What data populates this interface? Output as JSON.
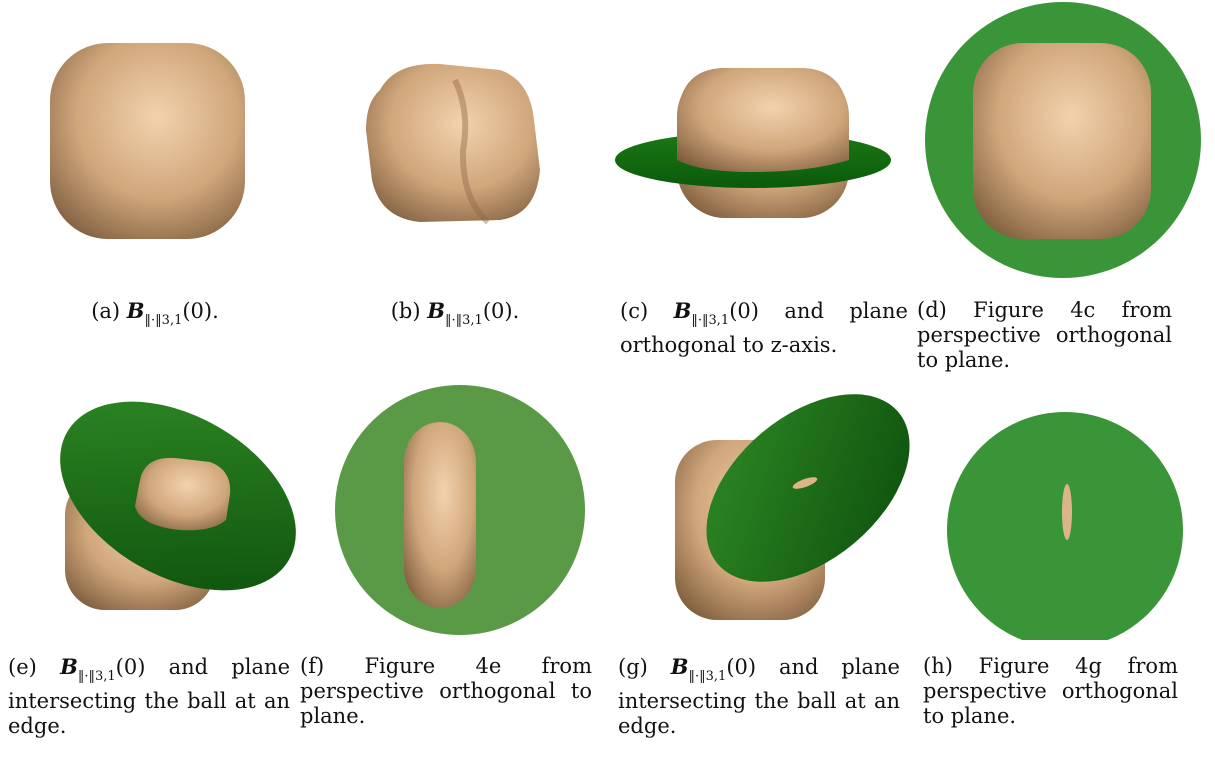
{
  "figure": {
    "colors": {
      "cube": "#c9a47e",
      "plane": "#2e8b2e",
      "plane_dark": "#0a5a0a",
      "plane_light": "#5a9a47"
    },
    "panels": [
      {
        "id": "a",
        "label": "(a)",
        "math": "B",
        "sub": "‖·‖3,1",
        "arg": "(0).",
        "text": ""
      },
      {
        "id": "b",
        "label": "(b)",
        "math": "B",
        "sub": "‖·‖3,1",
        "arg": "(0).",
        "text": ""
      },
      {
        "id": "c",
        "label": "(c)",
        "math": "B",
        "sub": "‖·‖3,1",
        "arg": "(0)",
        "text": "and plane orthogonal to z-axis."
      },
      {
        "id": "d",
        "label": "(d)",
        "math": "",
        "sub": "",
        "arg": "",
        "text": "Figure 4c from perspective orthogonal to plane."
      },
      {
        "id": "e",
        "label": "(e)",
        "math": "B",
        "sub": "‖·‖3,1",
        "arg": "(0)",
        "text": "and plane intersecting the ball at an edge."
      },
      {
        "id": "f",
        "label": "(f)",
        "math": "",
        "sub": "",
        "arg": "",
        "text": "Figure 4e from perspective orthogonal to plane."
      },
      {
        "id": "g",
        "label": "(g)",
        "math": "B",
        "sub": "‖·‖3,1",
        "arg": "(0)",
        "text": "and plane intersecting the ball at an edge."
      },
      {
        "id": "h",
        "label": "(h)",
        "math": "",
        "sub": "",
        "arg": "",
        "text": "Figure 4g from perspective orthogonal to plane."
      }
    ]
  }
}
